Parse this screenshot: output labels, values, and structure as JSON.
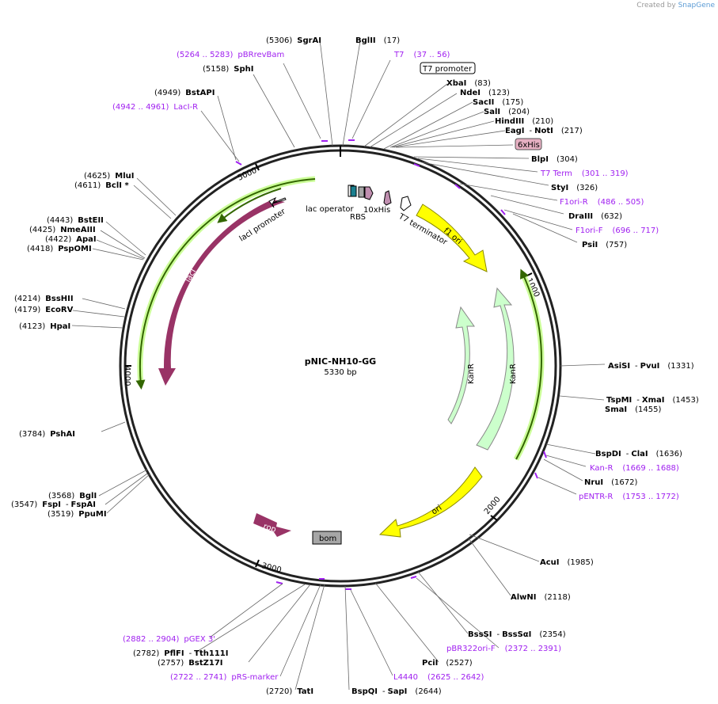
{
  "credit": {
    "prefix": "Created by",
    "brand": "SnapGene"
  },
  "plasmid": {
    "name": "pNIC-NH10-GG",
    "length_label": "5330 bp"
  },
  "ticks": [
    "1000",
    "2000",
    "3000",
    "4000",
    "5000"
  ],
  "features": {
    "lac_operator": "lac operator",
    "rbs": "RBS",
    "his10": "10xHis",
    "t7_terminator": "T7 terminator",
    "laci_promoter": "lacI promoter",
    "laci": "lacI",
    "f1_ori": "f1 ori",
    "kanr_inner": "KanR",
    "kanr_outer": "KanR",
    "ori": "ori",
    "rop": "rop",
    "bom": "bom",
    "t7_promoter_box": "T7 promoter",
    "his6_box": "6xHis"
  },
  "site_labels": [
    {
      "id": "sgrai",
      "pos": "(5306)",
      "name": "SgrAI"
    },
    {
      "id": "bglii",
      "name": "BglII",
      "pos": "(17)"
    },
    {
      "id": "pbrrevbam",
      "range": "(5264 .. 5283)",
      "name": "pBRrevBam",
      "primer": true
    },
    {
      "id": "t7",
      "name": "T7",
      "range": "(37 .. 56)",
      "primer": true
    },
    {
      "id": "sphi",
      "pos": "(5158)",
      "name": "SphI"
    },
    {
      "id": "xbai",
      "name": "XbaI",
      "pos": "(83)"
    },
    {
      "id": "ndei",
      "name": "NdeI",
      "pos": "(123)"
    },
    {
      "id": "bstapi",
      "pos": "(4949)",
      "name": "BstAPI"
    },
    {
      "id": "sacii",
      "name": "SacII",
      "pos": "(175)"
    },
    {
      "id": "laci_r",
      "range": "(4942 .. 4961)",
      "name": "LacI-R",
      "primer": true
    },
    {
      "id": "sali",
      "name": "SalI",
      "pos": "(204)"
    },
    {
      "id": "hindiii",
      "name": "HindIII",
      "pos": "(210)"
    },
    {
      "id": "eagi_noti",
      "name": "EagI",
      "name2": "NotI",
      "pos": "(217)"
    },
    {
      "id": "blpi",
      "name": "BlpI",
      "pos": "(304)"
    },
    {
      "id": "t7term",
      "name": "T7 Term",
      "range": "(301 .. 319)",
      "primer": true
    },
    {
      "id": "styi",
      "name": "StyI",
      "pos": "(326)"
    },
    {
      "id": "mlui",
      "pos": "(4625)",
      "name": "MluI"
    },
    {
      "id": "bcli",
      "pos": "(4611)",
      "name": "BclI *"
    },
    {
      "id": "f1ori_r",
      "name": "F1ori-R",
      "range": "(486 .. 505)",
      "primer": true
    },
    {
      "id": "draiii",
      "name": "DraIII",
      "pos": "(632)"
    },
    {
      "id": "bsteii",
      "pos": "(4443)",
      "name": "BstEII"
    },
    {
      "id": "nmeaiii",
      "pos": "(4425)",
      "name": "NmeAIII"
    },
    {
      "id": "apai",
      "pos": "(4422)",
      "name": "ApaI"
    },
    {
      "id": "pspomi",
      "pos": "(4418)",
      "name": "PspOMI"
    },
    {
      "id": "f1ori_f",
      "name": "F1ori-F",
      "range": "(696 .. 717)",
      "primer": true
    },
    {
      "id": "psii",
      "name": "PsiI",
      "pos": "(757)"
    },
    {
      "id": "bsshii",
      "pos": "(4214)",
      "name": "BssHII"
    },
    {
      "id": "ecorv",
      "pos": "(4179)",
      "name": "EcoRV"
    },
    {
      "id": "hpai",
      "pos": "(4123)",
      "name": "HpaI"
    },
    {
      "id": "asisi_pvui",
      "name": "AsiSI",
      "name2": "PvuI",
      "pos": "(1331)"
    },
    {
      "id": "tspmi_xmai",
      "name": "TspMI",
      "name2": "XmaI",
      "pos": "(1453)"
    },
    {
      "id": "smai",
      "name": "SmaI",
      "pos": "(1455)"
    },
    {
      "id": "pshai",
      "pos": "(3784)",
      "name": "PshAI"
    },
    {
      "id": "bspdi_clai",
      "name": "BspDI",
      "name2": "ClaI",
      "pos": "(1636)"
    },
    {
      "id": "kan_r",
      "name": "Kan-R",
      "range": "(1669 .. 1688)",
      "primer": true
    },
    {
      "id": "nrui",
      "name": "NruI",
      "pos": "(1672)"
    },
    {
      "id": "bgli",
      "pos": "(3568)",
      "name": "BglI"
    },
    {
      "id": "fspi_fspai",
      "pos": "(3547)",
      "name": "FspI",
      "name2": "FspAI"
    },
    {
      "id": "pentr_r",
      "name": "pENTR-R",
      "range": "(1753 .. 1772)",
      "primer": true
    },
    {
      "id": "ppumi",
      "pos": "(3519)",
      "name": "PpuMI"
    },
    {
      "id": "acui",
      "name": "AcuI",
      "pos": "(1985)"
    },
    {
      "id": "alwni",
      "name": "AlwNI",
      "pos": "(2118)"
    },
    {
      "id": "pgex3",
      "range": "(2882 .. 2904)",
      "name": "pGEX 3'",
      "primer": true
    },
    {
      "id": "bsssi_bsssai",
      "name": "BssSI",
      "name2": "BssSαI",
      "pos": "(2354)"
    },
    {
      "id": "pflfi_tth111i",
      "pos": "(2782)",
      "name": "PflFI",
      "name2": "Tth111I"
    },
    {
      "id": "pbr322ori_f",
      "name": "pBR322ori-F",
      "range": "(2372 .. 2391)",
      "primer": true
    },
    {
      "id": "bstz17i",
      "pos": "(2757)",
      "name": "BstZ17I"
    },
    {
      "id": "pcii",
      "name": "PciI",
      "pos": "(2527)"
    },
    {
      "id": "prs_marker",
      "range": "(2722 .. 2741)",
      "name": "pRS-marker",
      "primer": true
    },
    {
      "id": "l4440",
      "name": "L4440",
      "range": "(2625 .. 2642)",
      "primer": true
    },
    {
      "id": "tati",
      "pos": "(2720)",
      "name": "TatI"
    },
    {
      "id": "bspqi_sapi",
      "name": "BspQI",
      "name2": "SapI",
      "pos": "(2644)"
    }
  ],
  "colors": {
    "primer": "#a020f0",
    "laci": "#993366",
    "f1_ori": "#ffff00",
    "kanr": "#ccffcc",
    "green_band": "#336600",
    "green_glow": "#ccff99",
    "bom": "#a6a6a6",
    "his6": "#e6b0c2"
  }
}
